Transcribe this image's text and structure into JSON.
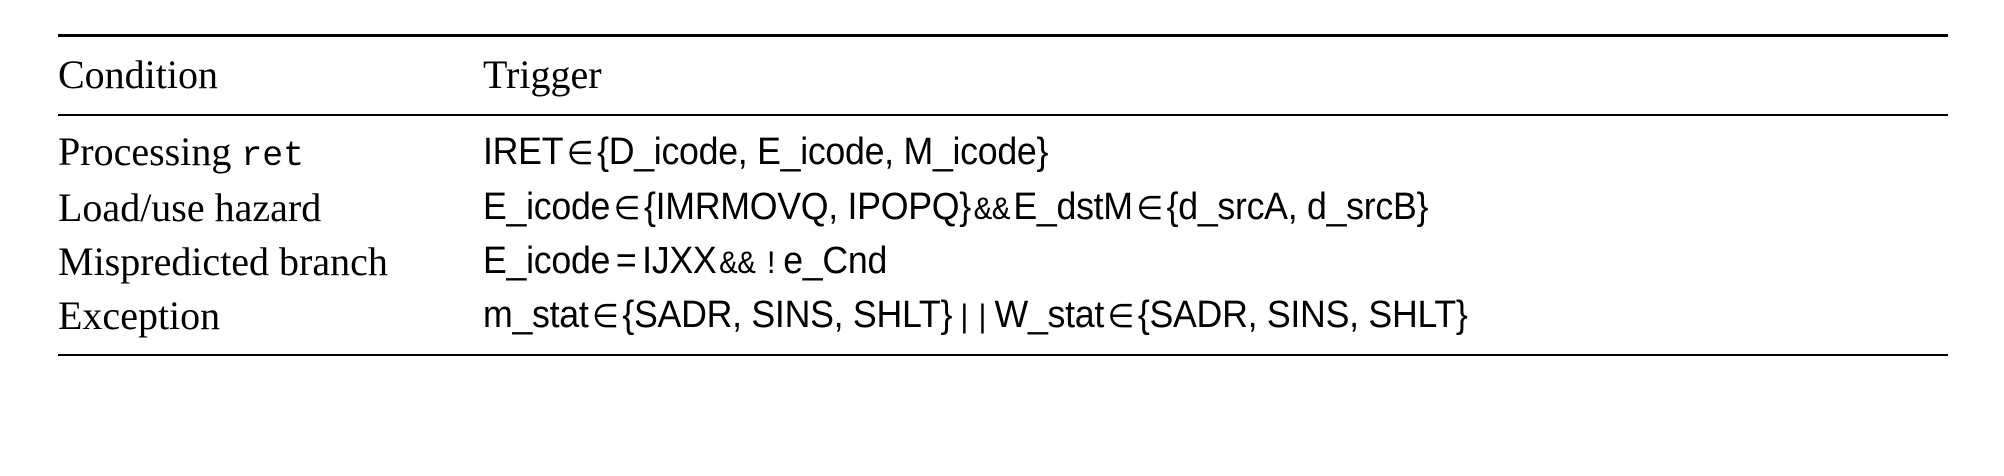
{
  "table": {
    "columns": [
      {
        "key": "condition",
        "header": "Condition"
      },
      {
        "key": "trigger",
        "header": "Trigger"
      }
    ],
    "rows": [
      {
        "condition_prefix": "Processing ",
        "condition_code": "ret",
        "condition_full": "Processing ret",
        "trigger_full": "IRET ∈ {D_icode, E_icode, M_icode}",
        "trigger_parts": {
          "lhs": "IRET",
          "relation": "∈",
          "rhs": "{D_icode, E_icode, M_icode}"
        }
      },
      {
        "condition_prefix": "Load/use hazard",
        "condition_code": "",
        "condition_full": "Load/use hazard",
        "trigger_full": "E_icode ∈ {IMRMOVQ, IPOPQ} && E_dstM ∈ {d_srcA, d_srcB}",
        "trigger_parts": {
          "lhs": "E_icode",
          "relation": "∈",
          "rhs": "{IMRMOVQ, IPOPQ}",
          "operator": "&&",
          "lhs2": "E_dstM",
          "relation2": "∈",
          "rhs2": "{d_srcA, d_srcB}"
        }
      },
      {
        "condition_prefix": "Mispredicted branch",
        "condition_code": "",
        "condition_full": "Mispredicted branch",
        "trigger_full": "E_icode = IJXX && !e_Cnd",
        "trigger_parts": {
          "lhs": "E_icode",
          "relation": "=",
          "rhs": "IJXX",
          "operator": "&&",
          "negation": "!",
          "lhs2": "e_Cnd"
        }
      },
      {
        "condition_prefix": "Exception",
        "condition_code": "",
        "condition_full": "Exception",
        "trigger_full": "m_stat ∈ {SADR, SINS, SHLT} || W_stat ∈ {SADR, SINS, SHLT}",
        "trigger_parts": {
          "lhs": "m_stat",
          "relation": "∈",
          "rhs": "{SADR, SINS, SHLT}",
          "operator": "||",
          "lhs2": "W_stat",
          "relation2": "∈",
          "rhs2": "{SADR, SINS, SHLT}"
        }
      }
    ]
  },
  "style": {
    "rule_color": "#000000",
    "text_color": "#000000",
    "background": "#ffffff"
  }
}
